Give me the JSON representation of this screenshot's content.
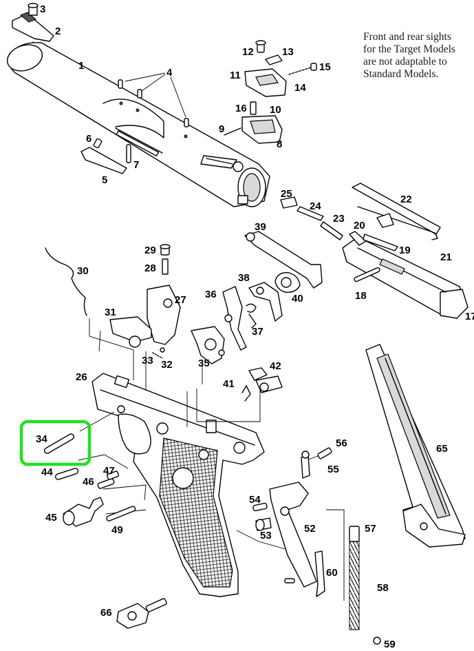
{
  "note": {
    "lines": [
      "Front and rear sights",
      "for the Target Models",
      "are not adaptable to",
      "Standard Models."
    ]
  },
  "highlight": {
    "part": "34",
    "color": "#22e01f"
  },
  "labels": {
    "p1": "1",
    "p2": "2",
    "p3": "3",
    "p4": "4",
    "p5": "5",
    "p6": "6",
    "p7": "7",
    "p8": "8",
    "p9": "9",
    "p10": "10",
    "p11": "11",
    "p12": "12",
    "p13": "13",
    "p14": "14",
    "p15": "15",
    "p16": "16",
    "p17": "17",
    "p18": "18",
    "p19": "19",
    "p20": "20",
    "p21": "21",
    "p22": "22",
    "p23": "23",
    "p24": "24",
    "p25": "25",
    "p26": "26",
    "p27": "27",
    "p28": "28",
    "p29": "29",
    "p30": "30",
    "p31": "31",
    "p32": "32",
    "p33": "33",
    "p34": "34",
    "p35": "35",
    "p36": "36",
    "p37": "37",
    "p38": "38",
    "p39": "39",
    "p40": "40",
    "p41": "41",
    "p42": "42",
    "p44": "44",
    "p45": "45",
    "p46": "46",
    "p47": "47",
    "p49": "49",
    "p52": "52",
    "p53": "53",
    "p54": "54",
    "p55": "55",
    "p56": "56",
    "p57": "57",
    "p58": "58",
    "p59": "59",
    "p60": "60",
    "p65": "65",
    "p66": "66"
  }
}
